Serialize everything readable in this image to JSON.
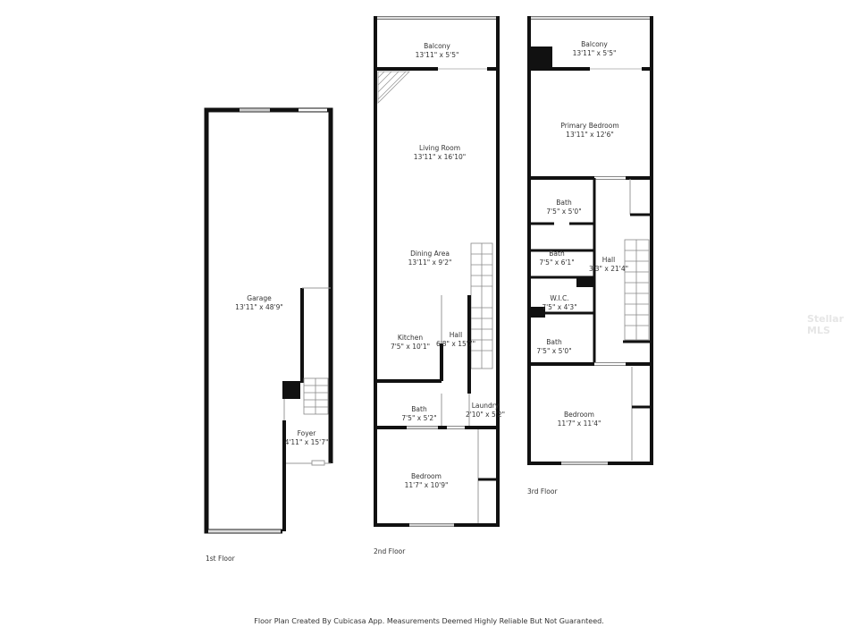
{
  "floors": [
    {
      "label": "1st Floor",
      "rooms": [
        {
          "name": "Garage",
          "dims": "13'11\" x 48'9\""
        },
        {
          "name": "Foyer",
          "dims": "4'11\" x 15'7\""
        }
      ]
    },
    {
      "label": "2nd Floor",
      "rooms": [
        {
          "name": "Balcony",
          "dims": "13'11\" x 5'5\""
        },
        {
          "name": "Living Room",
          "dims": "13'11\" x 16'10\""
        },
        {
          "name": "Dining Area",
          "dims": "13'11\" x 9'2\""
        },
        {
          "name": "Kitchen",
          "dims": "7'5\" x 10'1\""
        },
        {
          "name": "Hall",
          "dims": "6'8\" x 15'7\""
        },
        {
          "name": "Bath",
          "dims": "7'5\" x 5'2\""
        },
        {
          "name": "Laundry",
          "dims": "2'10\" x 5'2\""
        },
        {
          "name": "Bedroom",
          "dims": "11'7\" x 10'9\""
        }
      ]
    },
    {
      "label": "3rd Floor",
      "rooms": [
        {
          "name": "Balcony",
          "dims": "13'11\" x 5'5\""
        },
        {
          "name": "Primary Bedroom",
          "dims": "13'11\" x 12'6\""
        },
        {
          "name": "Bath",
          "dims": "7'5\" x 5'0\""
        },
        {
          "name": "Bath",
          "dims": "7'5\" x 6'1\""
        },
        {
          "name": "Hall",
          "dims": "3'3\" x 21'4\""
        },
        {
          "name": "W.I.C.",
          "dims": "7'5\" x 4'3\""
        },
        {
          "name": "Bath",
          "dims": "7'5\" x 5'0\""
        },
        {
          "name": "Bedroom",
          "dims": "11'7\" x 11'4\""
        }
      ]
    }
  ],
  "footer": "Floor Plan Created By Cubicasa App. Measurements Deemed Highly Reliable But Not Guaranteed.",
  "watermark": "Stellar MLS",
  "colors": {
    "wall": "#111111",
    "background": "#ffffff",
    "text": "#333333"
  }
}
